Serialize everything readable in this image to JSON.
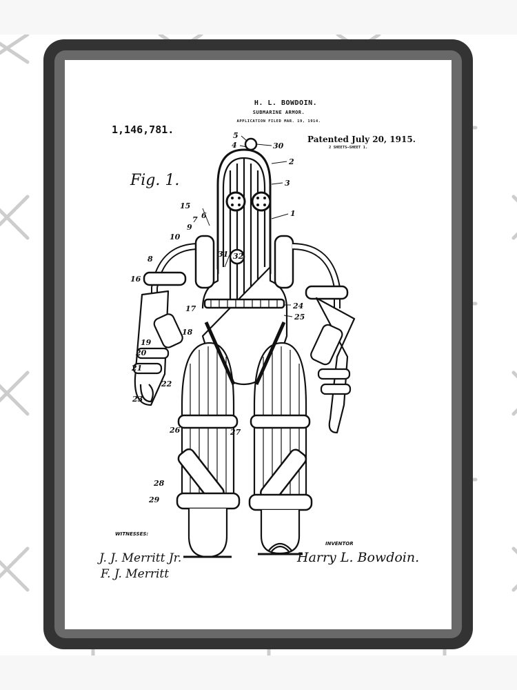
{
  "product": {
    "type": "framed art print mockup",
    "frame_color": "#333333",
    "mat_color": "#696969",
    "paper_color": "#ffffff",
    "background_color": "#f7f7f7",
    "watermark_color": "#c8c8c8"
  },
  "patent": {
    "inventor_header": "H. L. BOWDOIN.",
    "title": "SUBMARINE ARMOR.",
    "application_filed": "APPLICATION FILED MAR. 19, 1914.",
    "patent_number": "1,146,781.",
    "patented_date": "Patented July 20, 1915.",
    "sheets": "2 SHEETS—SHEET 1.",
    "figure_label": "Fig. 1.",
    "witnesses_label": "WITNESSES:",
    "witness_signatures": [
      "J. J. Merritt Jr.",
      "F. J. Merritt"
    ],
    "inventor_label": "INVENTOR",
    "inventor_signature": "Harry L. Bowdoin."
  },
  "drawing": {
    "subject": "submarine armor diving suit",
    "reference_numerals": [
      "1",
      "2",
      "3",
      "4",
      "5",
      "6",
      "7",
      "8",
      "9",
      "10",
      "15",
      "16",
      "17",
      "18",
      "19",
      "20",
      "21",
      "22",
      "23",
      "24",
      "25",
      "26",
      "27",
      "28",
      "29",
      "30",
      "31",
      "32"
    ]
  }
}
